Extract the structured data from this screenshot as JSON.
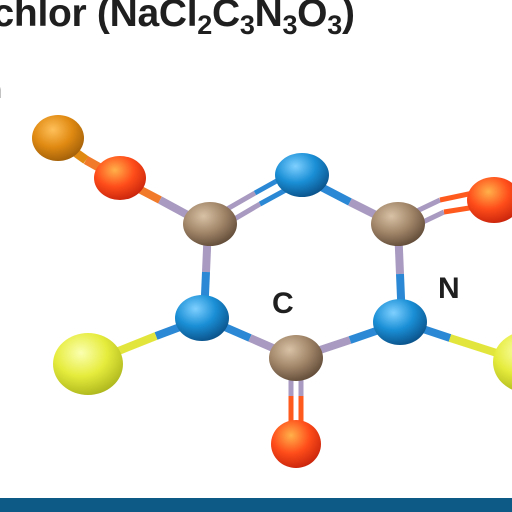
{
  "title": {
    "text_before": "ichlor (NaCl",
    "sub1": "2",
    "text_c": "C",
    "sub2": "3",
    "text_n": "N",
    "sub3": "3",
    "text_o": "O",
    "sub4": "3",
    "text_after": ")"
  },
  "cut_text": "n",
  "labels": {
    "carbon": "C",
    "nitrogen": "N"
  },
  "colors": {
    "carbon": "#a3876a",
    "nitrogen": "#1a8fd6",
    "oxygen": "#ff4d1a",
    "chlorine": "#e6ec3c",
    "sodium": "#e08a12",
    "bond_blue": "#2b88d4",
    "bond_purple": "#a89ac0",
    "bond_yellow": "#e2e63c",
    "bond_orange": "#f07a2a",
    "footer": "#0e5a86"
  }
}
